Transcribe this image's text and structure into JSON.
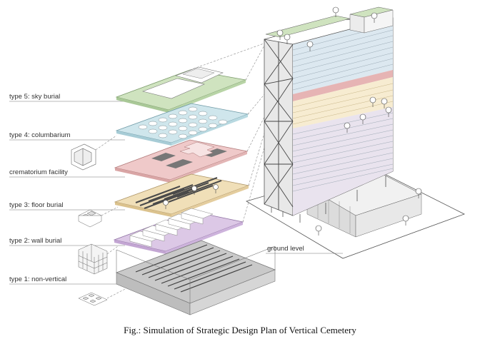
{
  "labels": {
    "type5": "type 5: sky burial",
    "type4": "type 4: columbarium",
    "crematorium": "crematorium facility",
    "type3": "type 3: floor burial",
    "type2": "type 2: wall burial",
    "type1": "type 1: non-vertical",
    "ground": "ground level"
  },
  "caption": "Fig.: Simulation of Strategic Design Plan of Vertical Cemetery",
  "colors": {
    "type5": "#cfe3bf",
    "type4": "#cfe6ec",
    "crematorium": "#efc9c9",
    "type3": "#f0dfb8",
    "type2": "#dcc8e6",
    "type1": "#c9c9c9",
    "steel": "#555555"
  }
}
